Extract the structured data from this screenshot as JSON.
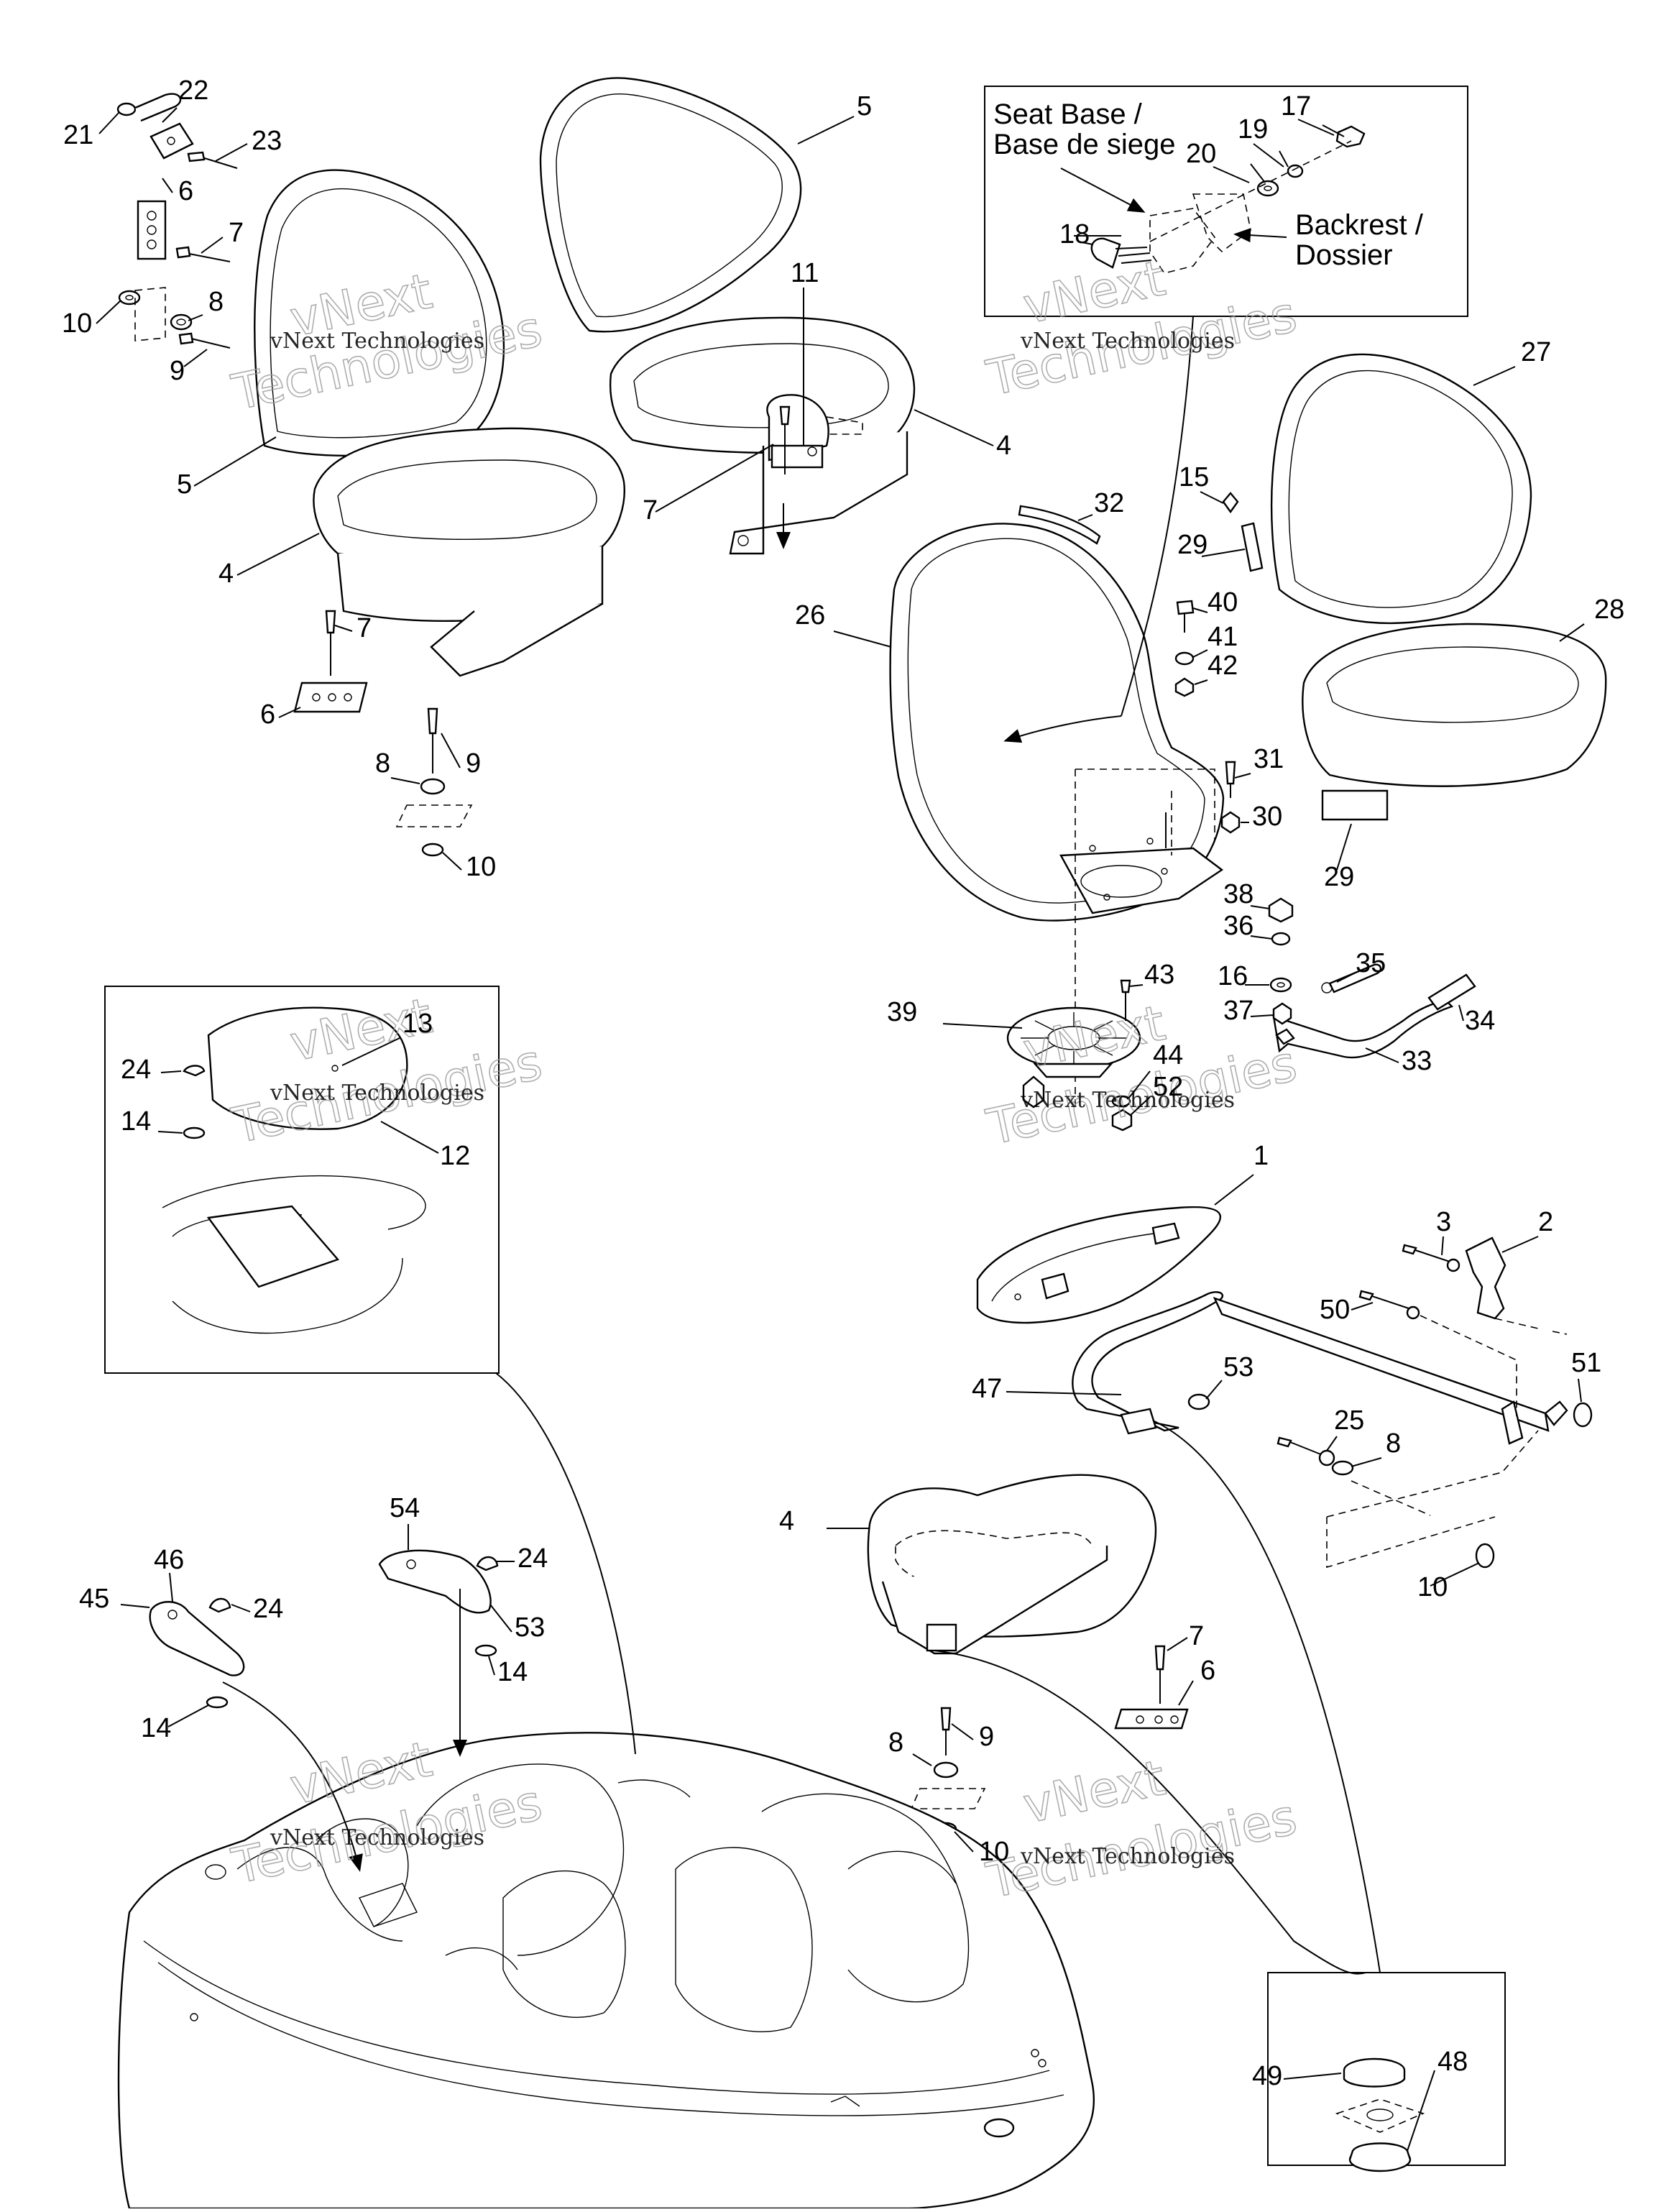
{
  "diagram": {
    "inset_text": {
      "seat_base": "Seat Base /",
      "seat_base_fr": "Base de siege",
      "backrest": "Backrest /",
      "backrest_fr": "Dossier"
    },
    "watermark": {
      "small": "vNext Technologies",
      "big_top": "vNext",
      "big_bottom": "Technologies"
    },
    "callouts": [
      "1",
      "2",
      "3",
      "4",
      "5",
      "6",
      "7",
      "8",
      "9",
      "10",
      "11",
      "12",
      "13",
      "14",
      "15",
      "16",
      "17",
      "18",
      "19",
      "20",
      "21",
      "22",
      "23",
      "24",
      "25",
      "26",
      "27",
      "28",
      "29",
      "30",
      "31",
      "32",
      "33",
      "34",
      "35",
      "36",
      "37",
      "38",
      "39",
      "40",
      "41",
      "42",
      "43",
      "44",
      "45",
      "46",
      "47",
      "48",
      "49",
      "50",
      "51",
      "52",
      "53",
      "54"
    ]
  }
}
